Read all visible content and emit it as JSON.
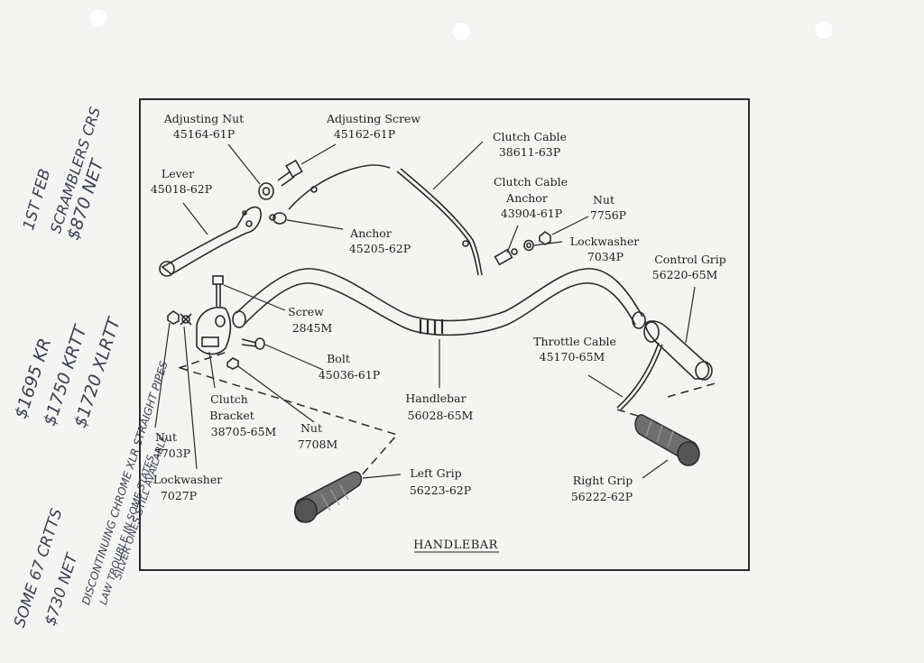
{
  "diagram": {
    "title": "HANDLEBAR",
    "parts": [
      {
        "id": "adjusting-nut",
        "name": "Adjusting Nut",
        "number": "45164-61P"
      },
      {
        "id": "adjusting-screw",
        "name": "Adjusting Screw",
        "number": "45162-61P"
      },
      {
        "id": "clutch-cable",
        "name": "Clutch Cable",
        "number": "38611-63P"
      },
      {
        "id": "lever",
        "name": "Lever",
        "number": "45018-62P"
      },
      {
        "id": "anchor",
        "name": "Anchor",
        "number": "45205-62P"
      },
      {
        "id": "clutch-cable-anchor",
        "name": "Clutch Cable Anchor",
        "name_line1": "Clutch Cable",
        "name_line2": "Anchor",
        "number": "43904-61P"
      },
      {
        "id": "nut-7756",
        "name": "Nut",
        "number": "7756P"
      },
      {
        "id": "lockwasher-7034",
        "name": "Lockwasher",
        "number": "7034P"
      },
      {
        "id": "control-grip",
        "name": "Control Grip",
        "number": "56220-65M"
      },
      {
        "id": "screw",
        "name": "Screw",
        "number": "2845M"
      },
      {
        "id": "bolt",
        "name": "Bolt",
        "number": "45036-61P"
      },
      {
        "id": "throttle-cable",
        "name": "Throttle Cable",
        "number": "45170-65M"
      },
      {
        "id": "clutch-bracket",
        "name": "Clutch Bracket",
        "name_line1": "Clutch",
        "name_line2": "Bracket",
        "number": "38705-65M"
      },
      {
        "id": "handlebar",
        "name": "Handlebar",
        "number": "56028-65M"
      },
      {
        "id": "nut-7708",
        "name": "Nut",
        "number": "7708M"
      },
      {
        "id": "nut-7703",
        "name": "Nut",
        "number": "7703P"
      },
      {
        "id": "lockwasher-7027",
        "name": "Lockwasher",
        "number": "7027P"
      },
      {
        "id": "left-grip",
        "name": "Left Grip",
        "number": "56223-62P"
      },
      {
        "id": "right-grip",
        "name": "Right Grip",
        "number": "56222-62P"
      }
    ]
  },
  "handwritten_notes": [
    "1ST FEB",
    "SCRAMBLERS CRS",
    "$870 NET",
    "$1695 KR",
    "$1750 KRTT",
    "$1720 XLRTT",
    "DISCONTINUING CHROME XLR STRAIGHT PIPES",
    "LAW TROUBLE IN SOME STATES",
    "SILVER ONES STILL AVAILABLE",
    "SOME 67 CRTTS",
    "$730 NET"
  ],
  "colors": {
    "paper": "#f4f5f2",
    "ink": "#1e1e1e",
    "pencil": "#3a3f4e"
  }
}
